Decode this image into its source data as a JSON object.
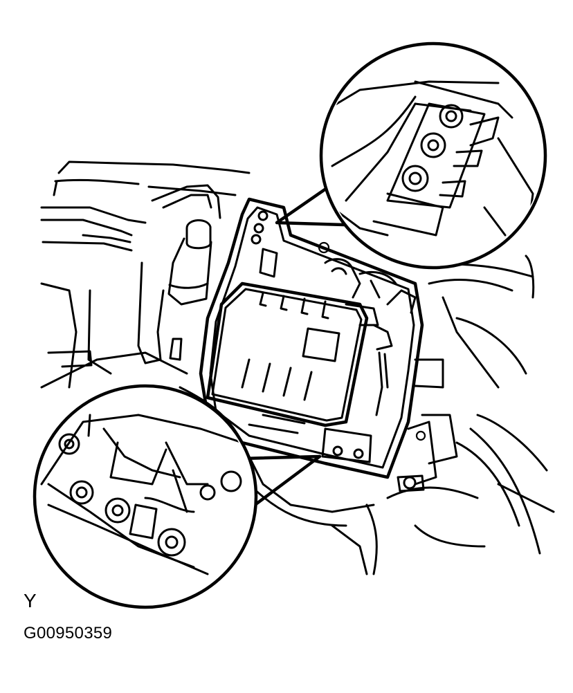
{
  "figure": {
    "view_letter": "Y",
    "figure_code": "G00950359"
  },
  "callouts": [
    {
      "name": "upper-detail-callout",
      "subject": "bolts"
    },
    {
      "name": "lower-detail-callout",
      "subject": "bolts"
    }
  ]
}
